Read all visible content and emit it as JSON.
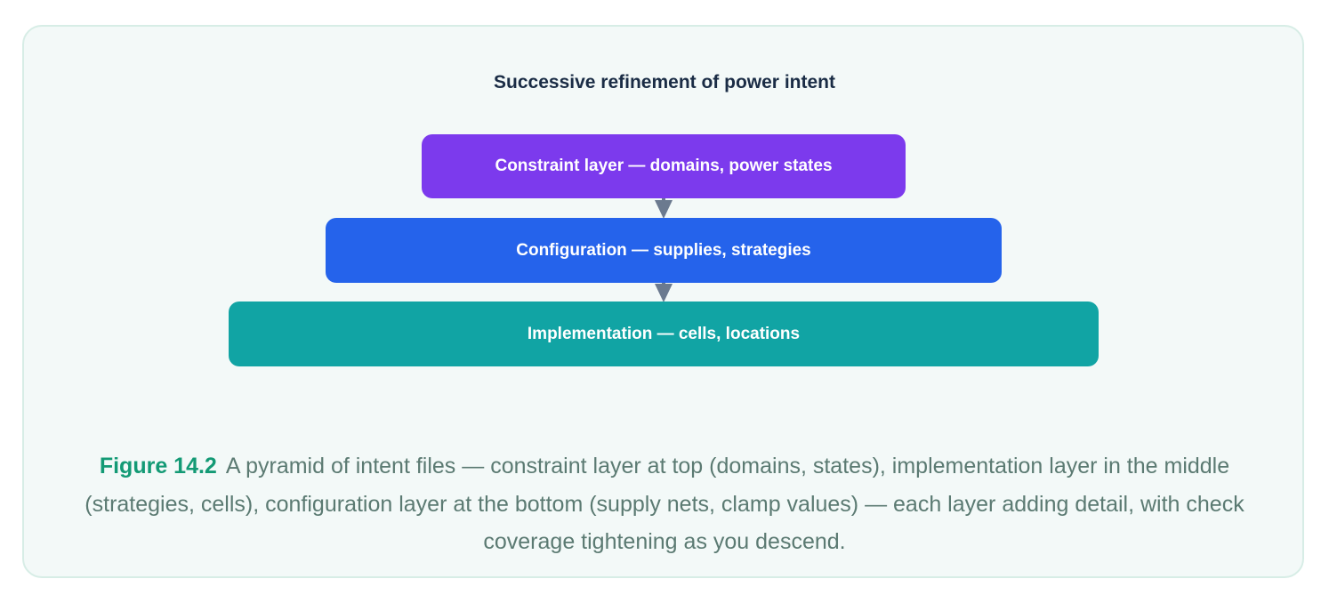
{
  "diagram": {
    "title": "Successive refinement of power intent",
    "layers": [
      {
        "label": "Constraint layer — domains, power states",
        "color": "#7c3aed"
      },
      {
        "label": "Configuration — supplies, strategies",
        "color": "#2563eb"
      },
      {
        "label": "Implementation — cells, locations",
        "color": "#11a4a4"
      }
    ],
    "arrow_color": "#6b7a8f"
  },
  "caption": {
    "label": "Figure 14.2",
    "text": "A pyramid of intent files — constraint layer at top (domains, states), implementation layer in the middle (strategies, cells), configuration layer at the bottom (supply nets, clamp values) — each layer adding detail, with check coverage tightening as you descend."
  },
  "colors": {
    "card_background": "#f3f9f8",
    "card_border": "#d7ede6",
    "title": "#1a2c45",
    "caption_label": "#139a75",
    "caption_text": "#5b7a72"
  }
}
